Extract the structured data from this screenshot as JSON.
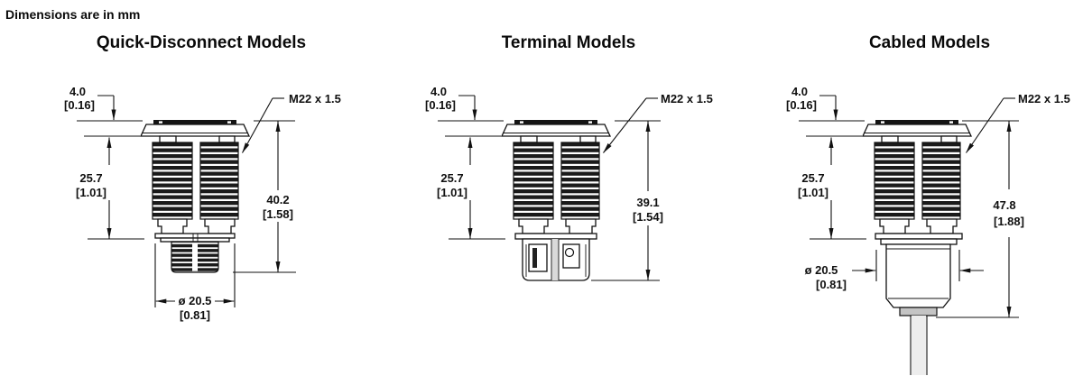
{
  "note": "Dimensions are in mm",
  "colors": {
    "ink": "#111111",
    "background": "#ffffff",
    "collar_gray": "#c4c4c4"
  },
  "models": [
    {
      "title": "Quick-Disconnect Models",
      "dims": {
        "head_mm": "4.0",
        "head_in": "[0.16]",
        "thread_mm": "25.7",
        "thread_in": "[1.01]",
        "spec": "M22 x 1.5",
        "overall_mm": "40.2",
        "overall_in": "[1.58]",
        "dia_mm": "ø 20.5",
        "dia_in": "[0.81]"
      }
    },
    {
      "title": "Terminal Models",
      "dims": {
        "head_mm": "4.0",
        "head_in": "[0.16]",
        "thread_mm": "25.7",
        "thread_in": "[1.01]",
        "spec": "M22 x 1.5",
        "overall_mm": "39.1",
        "overall_in": "[1.54]"
      }
    },
    {
      "title": "Cabled Models",
      "dims": {
        "head_mm": "4.0",
        "head_in": "[0.16]",
        "thread_mm": "25.7",
        "thread_in": "[1.01]",
        "spec": "M22 x 1.5",
        "overall_mm": "47.8",
        "overall_in": "[1.88]",
        "dia_mm": "ø 20.5",
        "dia_in": "[0.81]"
      }
    }
  ]
}
